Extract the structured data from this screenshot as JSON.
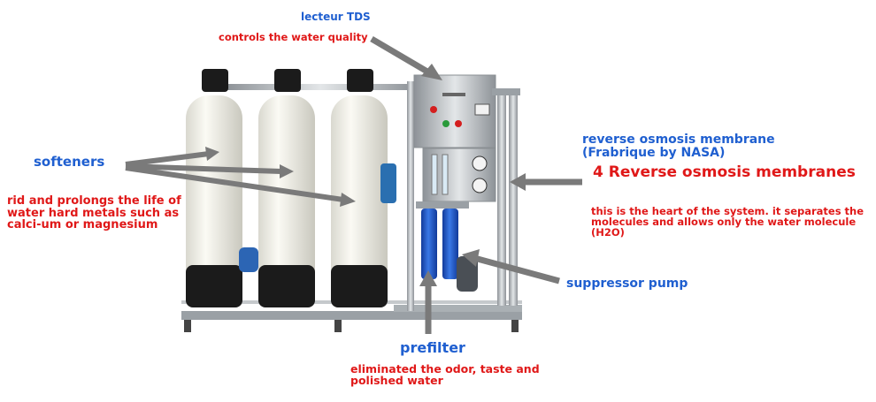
{
  "annotations": {
    "tds_label": "lecteur TDS",
    "tds_desc": "controls the water quality",
    "softeners_label": "softeners",
    "softeners_desc": "rid and prolongs the life of water hard metals such as calci-um or magnesium",
    "membrane_label_line1": "reverse osmosis membrane",
    "membrane_label_line2": "(Frabrique by NASA)",
    "membranes_count_label": "4 Reverse osmosis membranes",
    "membranes_desc": "this is the heart of the system. it separates the molecules and allows only the water molecule (H2O)",
    "pump_label": "suppressor pump",
    "prefilter_label": "prefilter",
    "prefilter_desc": "eliminated the odor, taste and polished water"
  },
  "colors": {
    "label_blue": "#1f5fd0",
    "label_red": "#e01818",
    "arrow_gray": "#7a7a7a",
    "tank_white": "#f2f1ea",
    "tank_black": "#1b1b1b",
    "steel": "#b8bcc0",
    "filter_blue": "#1f55c8"
  }
}
